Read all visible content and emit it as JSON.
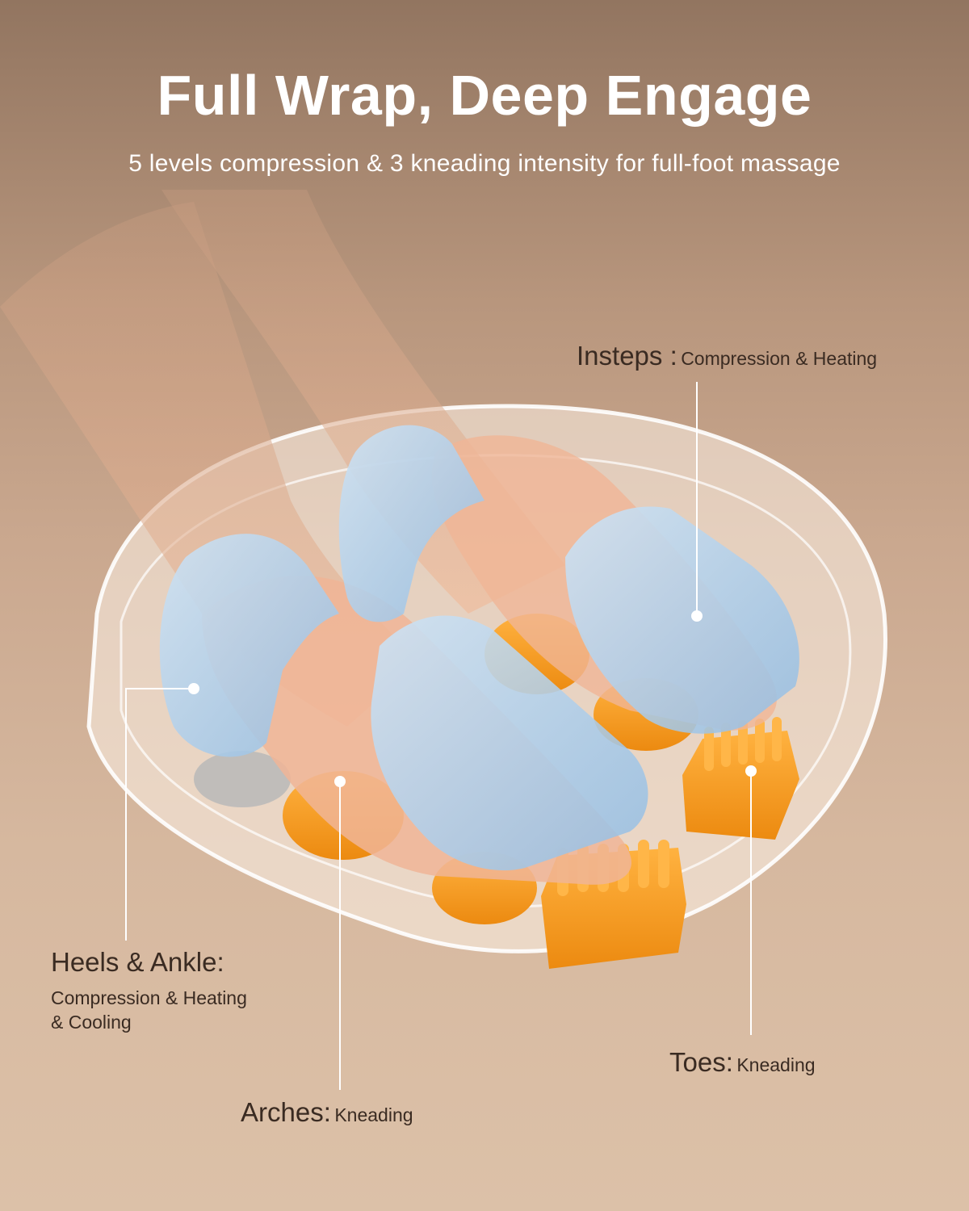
{
  "header": {
    "title": "Full Wrap, Deep Engage",
    "subtitle": "5 levels compression & 3 kneading intensity for full-foot massage"
  },
  "callouts": {
    "insteps": {
      "label": "Insteps :",
      "description": "Compression & Heating"
    },
    "heels_ankle": {
      "label": "Heels & Ankle:",
      "description_line1": "Compression & Heating",
      "description_line2": "& Cooling"
    },
    "toes": {
      "label": "Toes:",
      "description": "Kneading"
    },
    "arches": {
      "label": "Arches:",
      "description": "Kneading"
    }
  },
  "colors": {
    "background_top": "#927560",
    "background_bottom": "#dcc1a8",
    "text_light": "#ffffff",
    "text_dark": "#3a2b22",
    "airbag_blue": "#a9cbe8",
    "kneader_orange": "#f59a1f",
    "skin": "#efb99a"
  }
}
